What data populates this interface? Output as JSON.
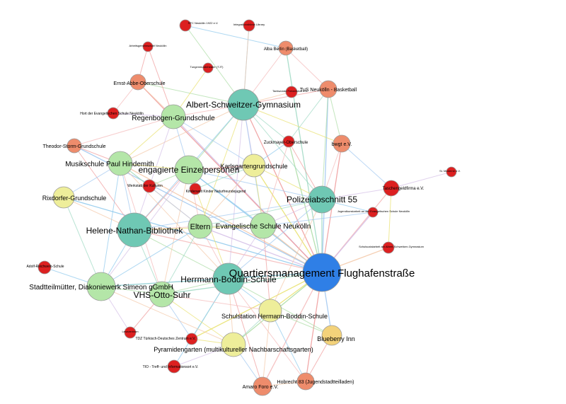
{
  "palette": {
    "hub": "#2f7fe6",
    "teal": "#6fc8b4",
    "light_green": "#b4e6a8",
    "yellow": "#eeee9a",
    "gold": "#f3d27a",
    "salmon": "#ee8c6c",
    "red": "#dc2020",
    "edge_colors": [
      "#ef9a9a",
      "#f4b8b8",
      "#a9dca2",
      "#9cd8c2",
      "#8cc8ec",
      "#f3c7a6",
      "#d3bde6",
      "#e8e06a",
      "#9ec6f0"
    ]
  },
  "nodes": [
    {
      "id": "qm",
      "label": "Quartiersmanagement Flughafenstraße",
      "kind": "hub"
    },
    {
      "id": "asg",
      "label": "Albert-Schweitzer-Gymnasium",
      "kind": "teal"
    },
    {
      "id": "hnb",
      "label": "Helene-Nathan-Bibliothek",
      "kind": "teal"
    },
    {
      "id": "hbs",
      "label": "Herrmann-Boddin-Schule",
      "kind": "teal"
    },
    {
      "id": "pol",
      "label": "Polizeiabschnitt 55",
      "kind": "teal"
    },
    {
      "id": "ee",
      "label": "engagierte Einzelpersonen",
      "kind": "light_green"
    },
    {
      "id": "msh",
      "label": "Musikschule Paul Hindemith",
      "kind": "light_green"
    },
    {
      "id": "rgs",
      "label": "Regenbogen-Grundschule",
      "kind": "light_green"
    },
    {
      "id": "elt",
      "label": "Eltern",
      "kind": "light_green"
    },
    {
      "id": "esn",
      "label": "Evangelische Schule Neukölln",
      "kind": "light_green"
    },
    {
      "id": "std",
      "label": "Stadtteilmütter, Diakoniewerk Simeon gGmbH",
      "kind": "light_green"
    },
    {
      "id": "vhs",
      "label": "VHS-Otto-Suhr",
      "kind": "light_green"
    },
    {
      "id": "kgs",
      "label": "Karlsgartengrundschule",
      "kind": "yellow"
    },
    {
      "id": "rix",
      "label": "Rixdorfer-Grundschule",
      "kind": "yellow"
    },
    {
      "id": "shb",
      "label": "Schulstation Hermann-Boddin-Schule",
      "kind": "yellow"
    },
    {
      "id": "pyr",
      "label": "Pyramidengarten (multikultureller Nachbarschaftsgarten)",
      "kind": "yellow"
    },
    {
      "id": "blu",
      "label": "Blueberry Inn",
      "kind": "gold"
    },
    {
      "id": "eao",
      "label": "Ernst-Abbe-Oberschule",
      "kind": "salmon"
    },
    {
      "id": "tsg",
      "label": "Theodor-Storm-Grundschule",
      "kind": "salmon"
    },
    {
      "id": "tus",
      "label": "TuS Neukölln - Basketball",
      "kind": "salmon"
    },
    {
      "id": "bwgt",
      "label": "bwgt e.V.",
      "kind": "salmon"
    },
    {
      "id": "alba",
      "label": "Alba Berlin (Basketball)",
      "kind": "salmon"
    },
    {
      "id": "hob",
      "label": "Hobrecht 83 (Jugendstadtteilladen)",
      "kind": "salmon"
    },
    {
      "id": "amf",
      "label": "Amaro Foro e.V.",
      "kind": "salmon"
    },
    {
      "id": "zuk",
      "label": "Zuckmayer-Oberschule",
      "kind": "red"
    },
    {
      "id": "tgf",
      "label": "Taschengeldfirma e.V.",
      "kind": "red"
    },
    {
      "id": "wdk",
      "label": "Werkstatt der Kulturen",
      "kind": "red"
    },
    {
      "id": "kkn",
      "label": "Kinderwelt Kinder Naturfreundejugend",
      "kind": "red"
    },
    {
      "id": "hort",
      "label": "Hort der Evangelischen Schule Neukölln",
      "kind": "red"
    },
    {
      "id": "arb",
      "label": "Arbeitsgemeinschaft Neukölln",
      "kind": "red"
    },
    {
      "id": "rfc",
      "label": "RFC Neukölln 1922 e.V.",
      "kind": "red"
    },
    {
      "id": "ibr",
      "label": "Integrationsbörse Library",
      "kind": "red"
    },
    {
      "id": "tpt",
      "label": "Tungenmusiktheater (TJT)",
      "kind": "red"
    },
    {
      "id": "tfb",
      "label": "Taekwondo Freizeitclub e.V.",
      "kind": "red"
    },
    {
      "id": "svm",
      "label": "Sr. Moderne e.V.",
      "kind": "red"
    },
    {
      "id": "jug",
      "label": "Jugendkunstarbeit an der Evangelischen Schule Neukölln",
      "kind": "red"
    },
    {
      "id": "sch",
      "label": "Schulsozialarbeit am Albert-Schweitzer-Gymnasium",
      "kind": "red"
    },
    {
      "id": "ars",
      "label": "Adolf-Reichwein-Schule",
      "kind": "red"
    },
    {
      "id": "lab",
      "label": "Lesezentrum",
      "kind": "red"
    },
    {
      "id": "tdz",
      "label": "TDZ Türkisch-Deutsches Zentrum e.V.",
      "kind": "red"
    },
    {
      "id": "tio",
      "label": "TIO - Treff- und Informationsort e.V.",
      "kind": "red"
    }
  ],
  "edges": [
    [
      "qm",
      "asg"
    ],
    [
      "qm",
      "hnb"
    ],
    [
      "qm",
      "hbs"
    ],
    [
      "qm",
      "pol"
    ],
    [
      "qm",
      "ee"
    ],
    [
      "qm",
      "esn"
    ],
    [
      "qm",
      "elt"
    ],
    [
      "qm",
      "shb"
    ],
    [
      "qm",
      "blu"
    ],
    [
      "qm",
      "hob"
    ],
    [
      "qm",
      "amf"
    ],
    [
      "qm",
      "pyr"
    ],
    [
      "qm",
      "vhs"
    ],
    [
      "qm",
      "std"
    ],
    [
      "qm",
      "msh"
    ],
    [
      "qm",
      "rgs"
    ],
    [
      "qm",
      "kgs"
    ],
    [
      "qm",
      "tus"
    ],
    [
      "qm",
      "bwgt"
    ],
    [
      "qm",
      "tgf"
    ],
    [
      "qm",
      "zuk"
    ],
    [
      "qm",
      "alba"
    ],
    [
      "qm",
      "rix"
    ],
    [
      "qm",
      "sch"
    ],
    [
      "qm",
      "jug"
    ],
    [
      "qm",
      "tdz"
    ],
    [
      "qm",
      "tsg"
    ],
    [
      "qm",
      "eao"
    ],
    [
      "asg",
      "rgs"
    ],
    [
      "asg",
      "ee"
    ],
    [
      "asg",
      "pol"
    ],
    [
      "asg",
      "hnb"
    ],
    [
      "asg",
      "msh"
    ],
    [
      "asg",
      "kgs"
    ],
    [
      "asg",
      "elt"
    ],
    [
      "asg",
      "esn"
    ],
    [
      "asg",
      "tus"
    ],
    [
      "asg",
      "alba"
    ],
    [
      "asg",
      "eao"
    ],
    [
      "asg",
      "zuk"
    ],
    [
      "asg",
      "ibr"
    ],
    [
      "asg",
      "tfb"
    ],
    [
      "asg",
      "hbs"
    ],
    [
      "asg",
      "bwgt"
    ],
    [
      "hnb",
      "msh"
    ],
    [
      "hnb",
      "ee"
    ],
    [
      "hnb",
      "elt"
    ],
    [
      "hnb",
      "hbs"
    ],
    [
      "hnb",
      "vhs"
    ],
    [
      "hnb",
      "std"
    ],
    [
      "hnb",
      "rix"
    ],
    [
      "hnb",
      "rgs"
    ],
    [
      "hnb",
      "esn"
    ],
    [
      "hnb",
      "pol"
    ],
    [
      "hnb",
      "tsg"
    ],
    [
      "hbs",
      "elt"
    ],
    [
      "hbs",
      "vhs"
    ],
    [
      "hbs",
      "std"
    ],
    [
      "hbs",
      "shb"
    ],
    [
      "hbs",
      "pyr"
    ],
    [
      "hbs",
      "esn"
    ],
    [
      "hbs",
      "ee"
    ],
    [
      "hbs",
      "pol"
    ],
    [
      "hbs",
      "amf"
    ],
    [
      "hbs",
      "hob"
    ],
    [
      "hbs",
      "blu"
    ],
    [
      "hbs",
      "tdz"
    ],
    [
      "hbs",
      "tio"
    ],
    [
      "hbs",
      "msh"
    ],
    [
      "pol",
      "esn"
    ],
    [
      "pol",
      "kgs"
    ],
    [
      "pol",
      "ee"
    ],
    [
      "pol",
      "zuk"
    ],
    [
      "pol",
      "bwgt"
    ],
    [
      "pol",
      "tus"
    ],
    [
      "pol",
      "elt"
    ],
    [
      "pol",
      "jug"
    ],
    [
      "pol",
      "shb"
    ],
    [
      "pol",
      "tgf"
    ],
    [
      "ee",
      "msh"
    ],
    [
      "ee",
      "rgs"
    ],
    [
      "ee",
      "kgs"
    ],
    [
      "ee",
      "elt"
    ],
    [
      "ee",
      "wdk"
    ],
    [
      "ee",
      "kkn"
    ],
    [
      "ee",
      "esn"
    ],
    [
      "ee",
      "vhs"
    ],
    [
      "ee",
      "std"
    ],
    [
      "msh",
      "rgs"
    ],
    [
      "msh",
      "rix"
    ],
    [
      "msh",
      "tsg"
    ],
    [
      "msh",
      "vhs"
    ],
    [
      "msh",
      "elt"
    ],
    [
      "msh",
      "wdk"
    ],
    [
      "msh",
      "std"
    ],
    [
      "rgs",
      "eao"
    ],
    [
      "rgs",
      "hort"
    ],
    [
      "rgs",
      "tpt"
    ],
    [
      "rgs",
      "kgs"
    ],
    [
      "rgs",
      "arb"
    ],
    [
      "rgs",
      "tsg"
    ],
    [
      "elt",
      "esn"
    ],
    [
      "elt",
      "vhs"
    ],
    [
      "elt",
      "std"
    ],
    [
      "elt",
      "kgs"
    ],
    [
      "elt",
      "wdk"
    ],
    [
      "esn",
      "kgs"
    ],
    [
      "esn",
      "jug"
    ],
    [
      "esn",
      "shb"
    ],
    [
      "esn",
      "zuk"
    ],
    [
      "std",
      "vhs"
    ],
    [
      "std",
      "rix"
    ],
    [
      "std",
      "ars"
    ],
    [
      "std",
      "pyr"
    ],
    [
      "std",
      "lab"
    ],
    [
      "vhs",
      "pyr"
    ],
    [
      "vhs",
      "tdz"
    ],
    [
      "vhs",
      "lab"
    ],
    [
      "vhs",
      "shb"
    ],
    [
      "shb",
      "blu"
    ],
    [
      "shb",
      "pyr"
    ],
    [
      "shb",
      "hob"
    ],
    [
      "shb",
      "amf"
    ],
    [
      "pyr",
      "tio"
    ],
    [
      "pyr",
      "tdz"
    ],
    [
      "pyr",
      "amf"
    ],
    [
      "blu",
      "hob"
    ],
    [
      "tus",
      "alba"
    ],
    [
      "tus",
      "bwgt"
    ],
    [
      "tus",
      "zuk"
    ],
    [
      "alba",
      "rfc"
    ],
    [
      "ibr",
      "asg"
    ],
    [
      "tgf",
      "svm"
    ],
    [
      "tgf",
      "sch"
    ],
    [
      "tgf",
      "bwgt"
    ],
    [
      "eao",
      "arb"
    ],
    [
      "eao",
      "hort"
    ],
    [
      "rfc",
      "asg"
    ],
    [
      "kkn",
      "kgs"
    ],
    [
      "zuk",
      "kgs"
    ],
    [
      "hob",
      "amf"
    ]
  ]
}
